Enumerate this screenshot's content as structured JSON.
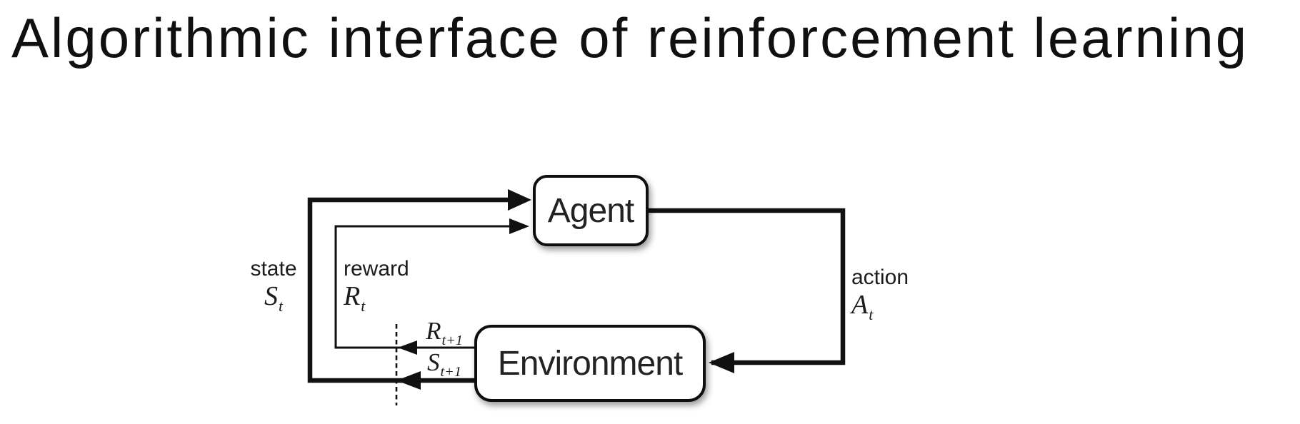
{
  "title": "Algorithmic interface of reinforcement learning",
  "nodes": {
    "agent": "Agent",
    "environment": "Environment"
  },
  "labels": {
    "state": {
      "word": "state",
      "symbol": "S",
      "subscript": "t"
    },
    "reward": {
      "word": "reward",
      "symbol": "R",
      "subscript": "t"
    },
    "action": {
      "word": "action",
      "symbol": "A",
      "subscript": "t"
    },
    "next_reward": {
      "symbol": "R",
      "subscript": "t+1"
    },
    "next_state": {
      "symbol": "S",
      "subscript": "t+1"
    }
  },
  "colors": {
    "ink": "#111111",
    "background": "#ffffff"
  }
}
